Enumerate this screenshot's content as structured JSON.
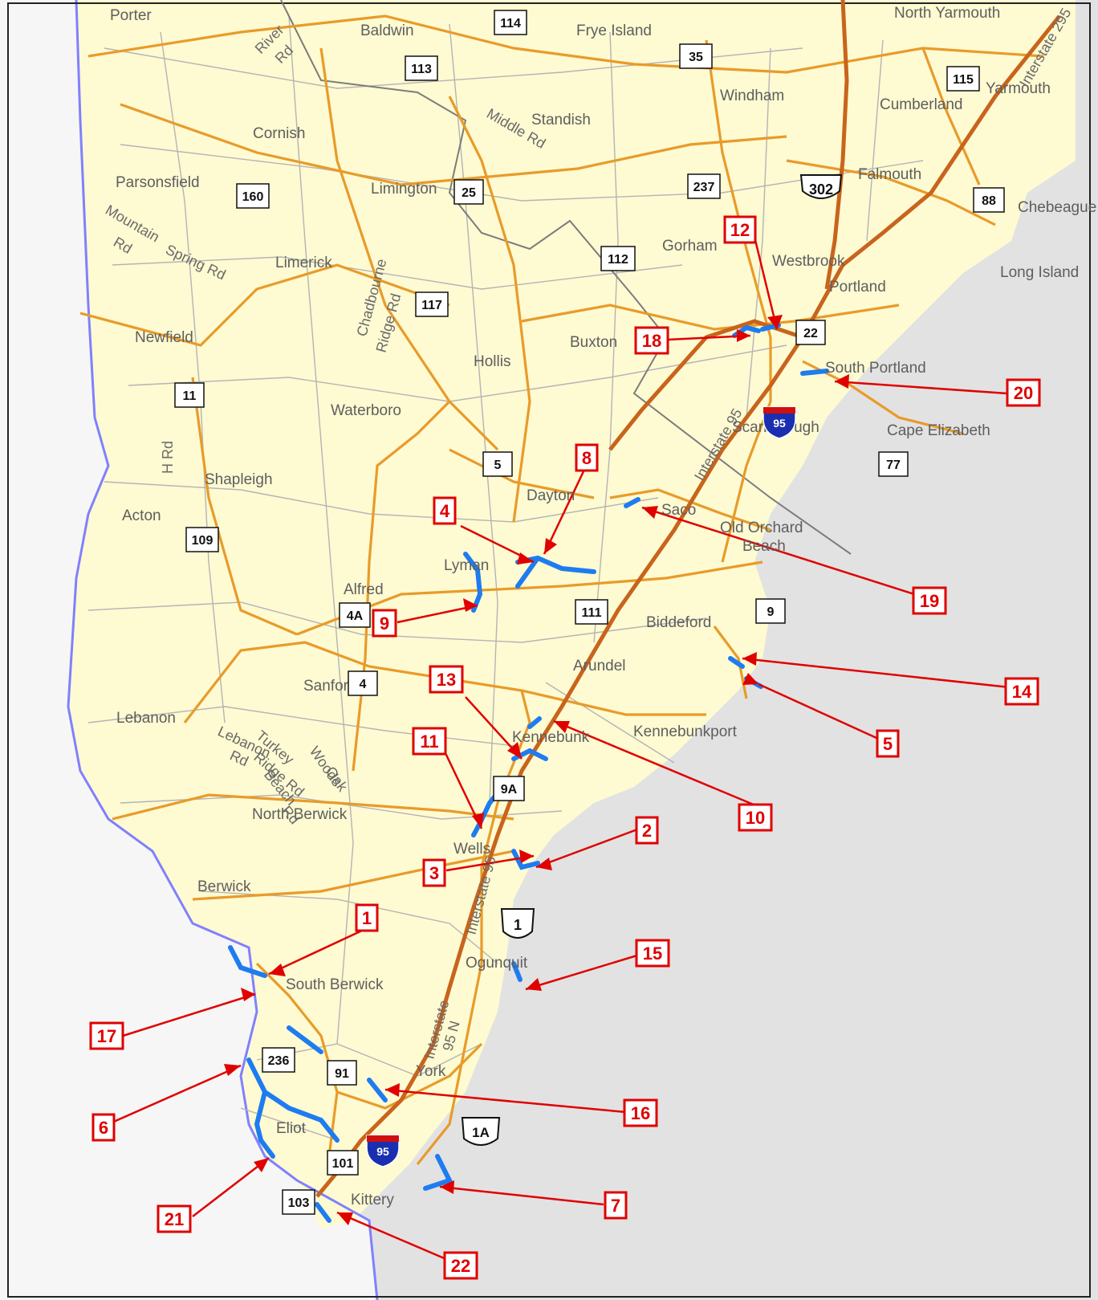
{
  "towns": [
    "Porter",
    "Baldwin",
    "Frye Island",
    "North Yarmouth",
    "Windham",
    "Cumberland",
    "Yarmouth",
    "Standish",
    "Cornish",
    "Parsonsfield",
    "Limington",
    "Falmouth",
    "Chebeague",
    "Gorham",
    "Westbrook",
    "Long Island",
    "Portland",
    "Limerick",
    "Newfield",
    "Buxton",
    "Hollis",
    "South Portland",
    "Waterboro",
    "Scarborough",
    "Cape Elizabeth",
    "Shapleigh",
    "Dayton",
    "Saco",
    "Old Orchard",
    "Beach",
    "Acton",
    "Lyman",
    "Alfred",
    "Biddeford",
    "Sanford",
    "Arundel",
    "Lebanon",
    "Kennebunk",
    "Kennebunkport",
    "North Berwick",
    "Wells",
    "Berwick",
    "Ogunquit",
    "South Berwick",
    "York",
    "Eliot",
    "Kittery"
  ],
  "road_names": [
    "River",
    "Rd",
    "Middle Rd",
    "Mountain",
    "Rd",
    "Spring Rd",
    "Chadbourne",
    "Ridge Rd",
    "Interstate 95",
    "Interstate 295",
    "H Rd",
    "Lebanon",
    "Rd",
    "Turkey",
    "Ridge Rd",
    "Woods",
    "Oak",
    "Beach",
    "Rd",
    "Interstate",
    "95 N",
    "Interstate 95"
  ],
  "route_shields": [
    "114",
    "113",
    "35",
    "115",
    "237",
    "302",
    "88",
    "160",
    "25",
    "112",
    "117",
    "22",
    "11",
    "5",
    "77",
    "109",
    "4A",
    "111",
    "9",
    "4",
    "9A",
    "1",
    "236",
    "91",
    "1A",
    "101",
    "103"
  ],
  "interstate_shields": [
    "95",
    "95"
  ],
  "callouts": [
    "12",
    "18",
    "20",
    "8",
    "4",
    "19",
    "9",
    "13",
    "14",
    "11",
    "5",
    "10",
    "2",
    "3",
    "1",
    "15",
    "17",
    "16",
    "6",
    "7",
    "21",
    "22"
  ],
  "colors": {
    "land": "#fefad2",
    "water": "#e2e2e2",
    "state_border": "#8080ff",
    "major_road": "#e89b2a",
    "interstate": "#c8641c",
    "local_road": "#b4b4b4",
    "project": "#1e7cf0",
    "callout": "#e00000"
  }
}
